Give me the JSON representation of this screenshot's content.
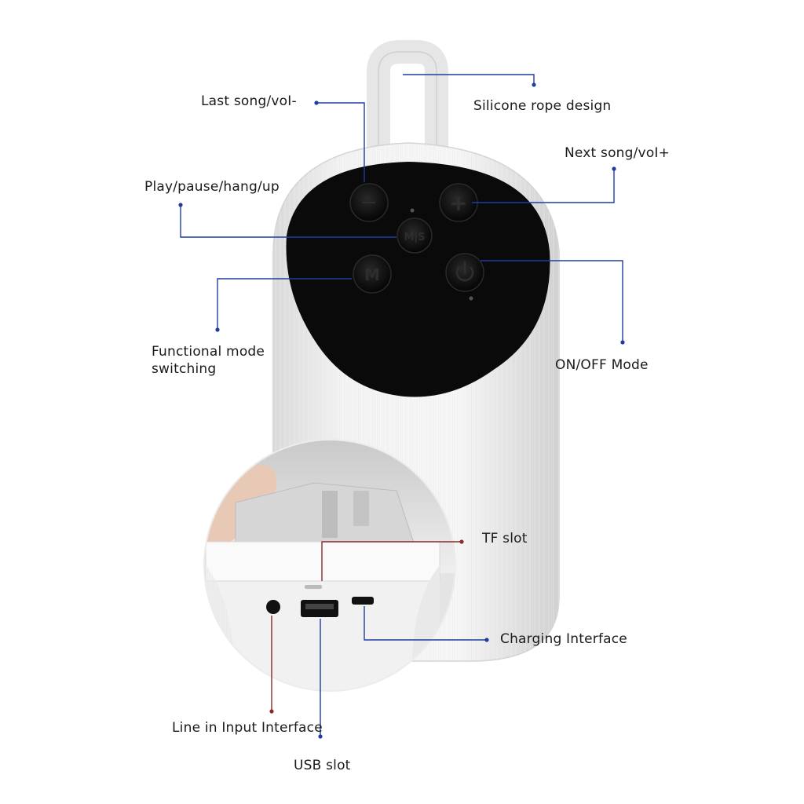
{
  "labels": {
    "rope": "Silicone rope design",
    "last_song": "Last song/voI-",
    "next_song": "Next song/voI+",
    "play_pause": "Play/pause/hang/up",
    "mode_line1": "Functional mode",
    "mode_line2": "switching",
    "on_off": "ON/OFF Mode",
    "tf_slot": "TF slot",
    "charging": "Charging Interface",
    "line_in": "Line in Input Interface",
    "usb": "USB slot"
  },
  "buttons": {
    "minus": "−",
    "plus": "+",
    "mode": "M",
    "mic": "M|S",
    "power": "⏻"
  },
  "colors": {
    "leader_line": "#1f3c9e",
    "leader_line_red": "#8b2a2a",
    "speaker_body": "#f2f2f2",
    "speaker_top": "#0a0a0a",
    "background": "#ffffff"
  }
}
